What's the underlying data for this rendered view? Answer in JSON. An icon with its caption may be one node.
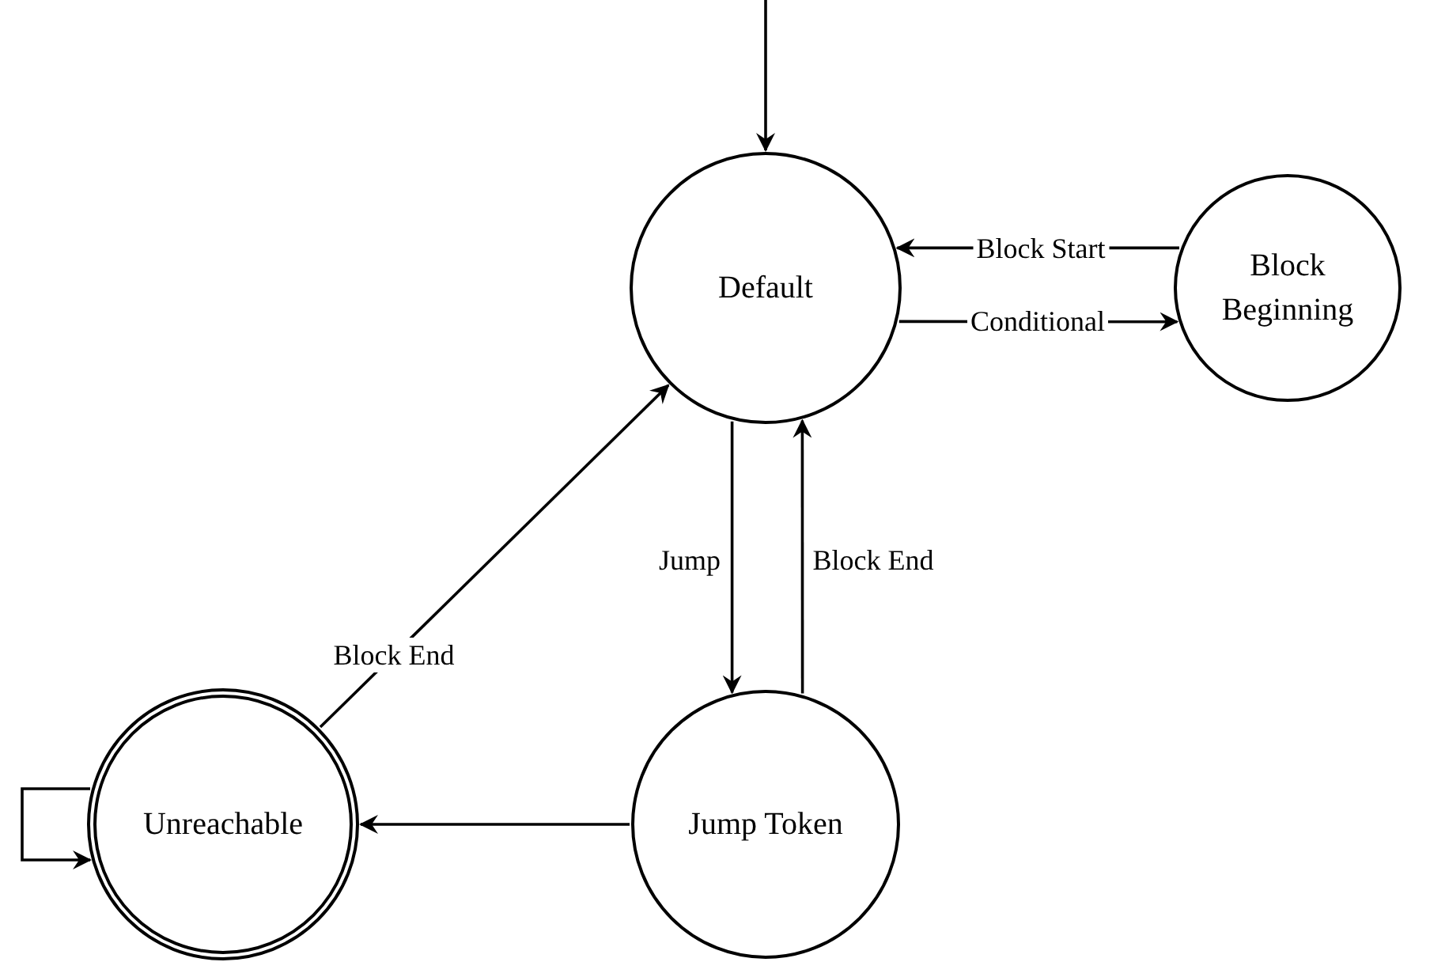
{
  "diagram": {
    "nodes": [
      {
        "text": [
          "Default"
        ]
      },
      {
        "text": [
          "Block Beginning"
        ]
      },
      {
        "text": [
          "Jump Token"
        ]
      },
      {
        "text": [
          "Unreachable"
        ]
      }
    ],
    "edges": [
      {
        "from": null,
        "to": 0,
        "arrow": "to"
      },
      {
        "from": 1,
        "to": 0,
        "arrow": "to",
        "label": "Block Start"
      },
      {
        "from": 0,
        "to": 1,
        "arrow": "to",
        "label": "Conditional"
      },
      {
        "from": 0,
        "to": 2,
        "arrow": "to",
        "label": "Jump"
      },
      {
        "from": 2,
        "to": 0,
        "arrow": "to",
        "label": "Block End"
      },
      {
        "from": 3,
        "to": 0,
        "arrow": "to",
        "label": "Block End"
      },
      {
        "from": 2,
        "to": 3,
        "arrow": "to"
      },
      {
        "from": 3,
        "to": 3,
        "arrow": "to"
      }
    ]
  }
}
